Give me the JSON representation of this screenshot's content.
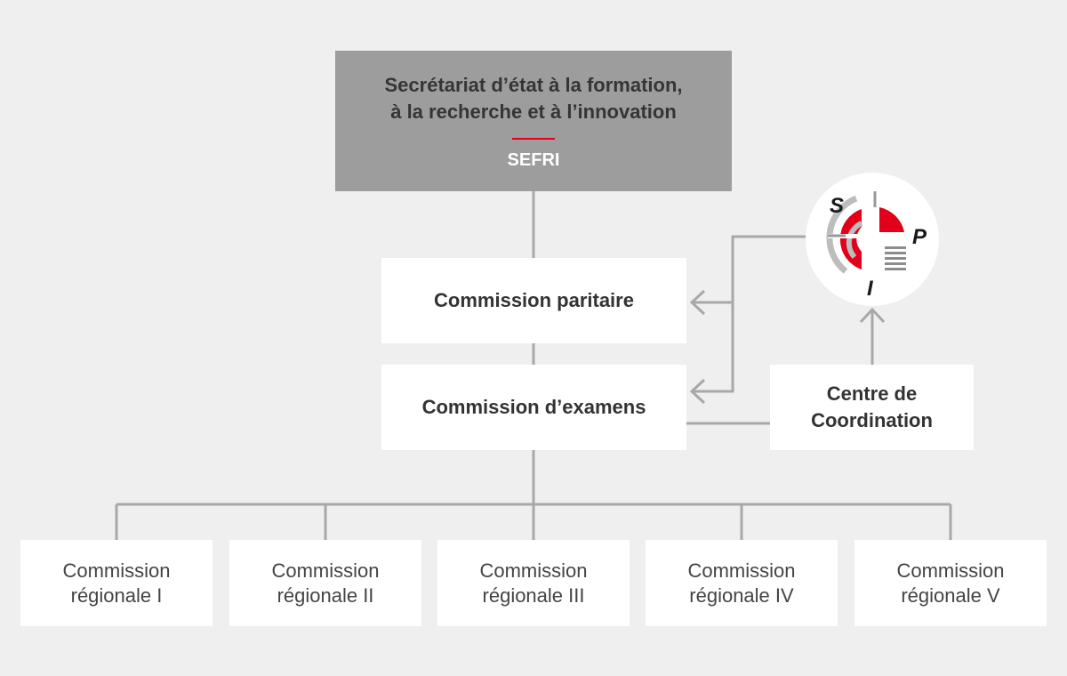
{
  "sefri": {
    "title_line1": "Secrétariat d’état à la formation,",
    "title_line2": "à la recherche et à l’innovation",
    "abbreviation": "SEFRI"
  },
  "commission_paritaire": {
    "label": "Commission paritaire"
  },
  "commission_examens": {
    "label": "Commission d’examens"
  },
  "centre_coordination": {
    "line1": "Centre de",
    "line2": "Coordination"
  },
  "logo": {
    "letter_s": "S",
    "letter_p": "P",
    "letter_i": "I"
  },
  "regional": [
    {
      "line1": "Commission",
      "line2": "régionale I"
    },
    {
      "line1": "Commission",
      "line2": "régionale II"
    },
    {
      "line1": "Commission",
      "line2": "régionale III"
    },
    {
      "line1": "Commission",
      "line2": "régionale IV"
    },
    {
      "line1": "Commission",
      "line2": "régionale V"
    }
  ],
  "colors": {
    "background": "#efefef",
    "header_box": "#9d9d9d",
    "connector": "#a8a8a8",
    "accent_red": "#e2001a"
  }
}
